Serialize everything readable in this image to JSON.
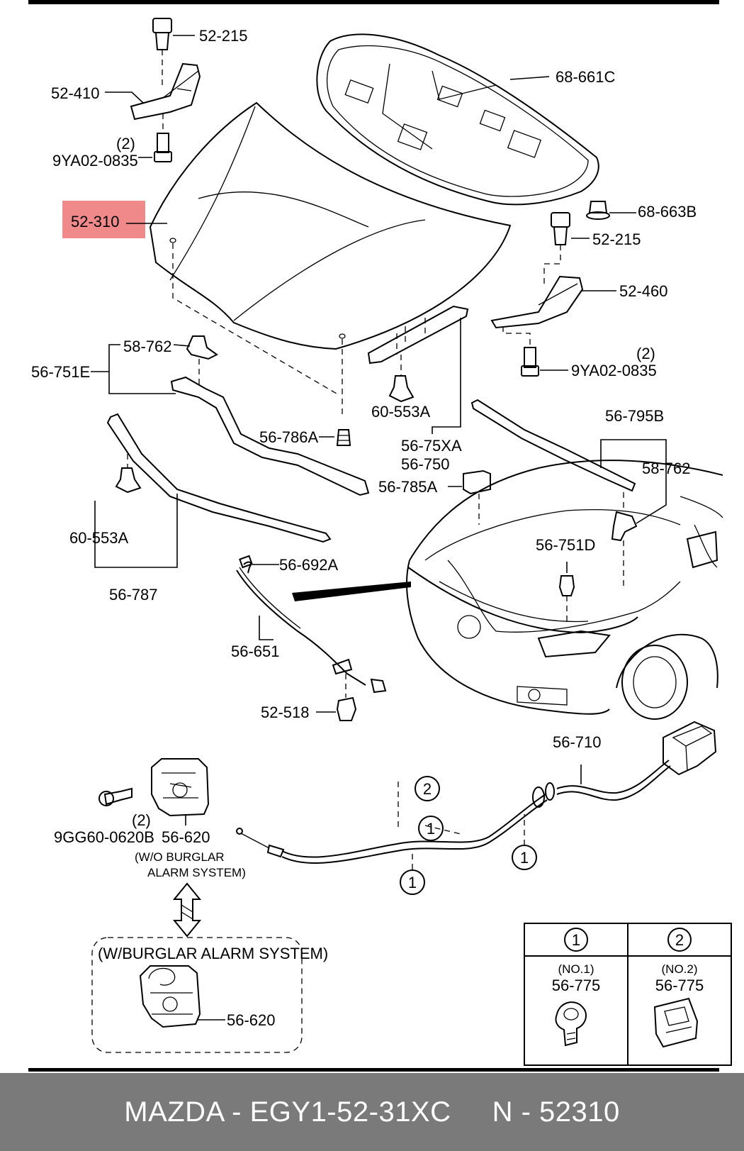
{
  "labels": {
    "p52_215_top": "52-215",
    "p52_410": "52-410",
    "p9ya_top_num": "(2)",
    "p9ya_top": "9YA02-0835",
    "p52_310": "52-310",
    "p68_661c": "68-661C",
    "p68_663b": "68-663B",
    "p52_215_right": "52-215",
    "p52_460": "52-460",
    "p9ya_right_num": "(2)",
    "p9ya_right": "9YA02-0835",
    "p58_762_left": "58-762",
    "p56_751e": "56-751E",
    "p60_553a_mid": "60-553A",
    "p56_786a": "56-786A",
    "p56_75xa": "56-75XA",
    "p56_750": "56-750",
    "p56_785a": "56-785A",
    "p56_795b": "56-795B",
    "p58_762_right": "58-762",
    "p60_553a_left": "60-553A",
    "p56_787": "56-787",
    "p56_751d": "56-751D",
    "p56_692a": "56-692A",
    "p56_651": "56-651",
    "p52_518": "52-518",
    "p56_710": "56-710",
    "p9gg_num": "(2)",
    "p9gg": "9GG60-0620B",
    "p56_620": "56-620",
    "wo_alarm_1": "(W/O BURGLAR",
    "wo_alarm_2": "ALARM SYSTEM)",
    "w_alarm": "(W/BURGLAR ALARM SYSTEM)",
    "p56_620_alarm": "56-620",
    "circle_1": "1",
    "circle_2": "2"
  },
  "legend_table": {
    "col1_head": "1",
    "col2_head": "2",
    "col1_no": "(NO.1)",
    "col1_part": "56-775",
    "col2_no": "(NO.2)",
    "col2_part": "56-775"
  },
  "highlight_color": "#f08a8a",
  "footer": {
    "text": "MAZDA - EGY1-52-31XC     N - 52310",
    "bg_color": "#7a7a7a"
  }
}
